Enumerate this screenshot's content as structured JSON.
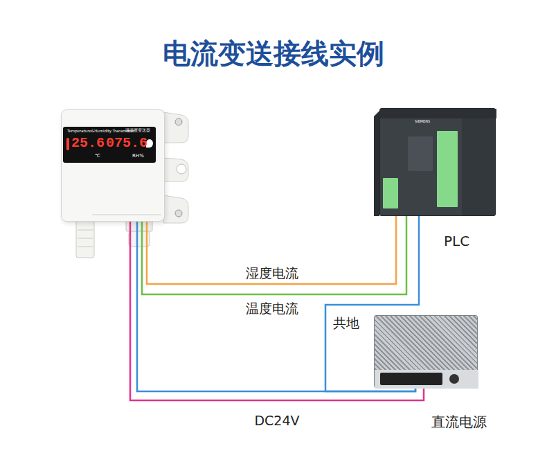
{
  "diagram": {
    "title": "电流变送接线实例",
    "nodes": [
      {
        "text": [
          "Temperature&Humidity Transmitter",
          "温湿度变送器",
          "25.6",
          "075.6",
          "℃",
          "RH%"
        ]
      },
      {
        "text": [
          "PLC"
        ]
      },
      {
        "text": [
          "直流电源"
        ]
      }
    ],
    "edges": [
      {
        "from": 0,
        "to": 1,
        "label": "湿度电流",
        "arrow": "none"
      },
      {
        "from": 0,
        "to": 1,
        "label": "温度电流",
        "arrow": "none"
      },
      {
        "from": 0,
        "to": 2,
        "arrow": "none"
      },
      {
        "from": 2,
        "to": 1,
        "label": "共地",
        "arrow": "none"
      },
      {
        "from": 0,
        "to": 2,
        "label": "DC24V",
        "arrow": "none"
      }
    ],
    "labels": [
      "SIEMENS"
    ]
  }
}
